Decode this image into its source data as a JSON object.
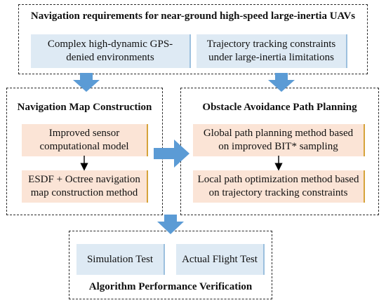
{
  "requirements": {
    "title": "Navigation requirements for near-ground high-speed large-inertia UAVs",
    "items": [
      "Complex high-dynamic GPS-denied environments",
      "Trajectory tracking constraints under large-inertia limitations"
    ]
  },
  "map_construction": {
    "title": "Navigation Map Construction",
    "steps": [
      "Improved sensor computational model",
      "ESDF + Octree navigation map construction method"
    ]
  },
  "path_planning": {
    "title": "Obstacle Avoidance Path Planning",
    "steps": [
      "Global path planning method based on improved BIT* sampling",
      "Local path optimization method based on trajectory tracking constraints"
    ]
  },
  "verification": {
    "title": "Algorithm Performance Verification",
    "items": [
      "Simulation Test",
      "Actual Flight Test"
    ]
  },
  "colors": {
    "requirement_fill": "#deeaf4",
    "step_fill": "#fbe4d6",
    "flow_arrow": "#5b9bd5"
  }
}
